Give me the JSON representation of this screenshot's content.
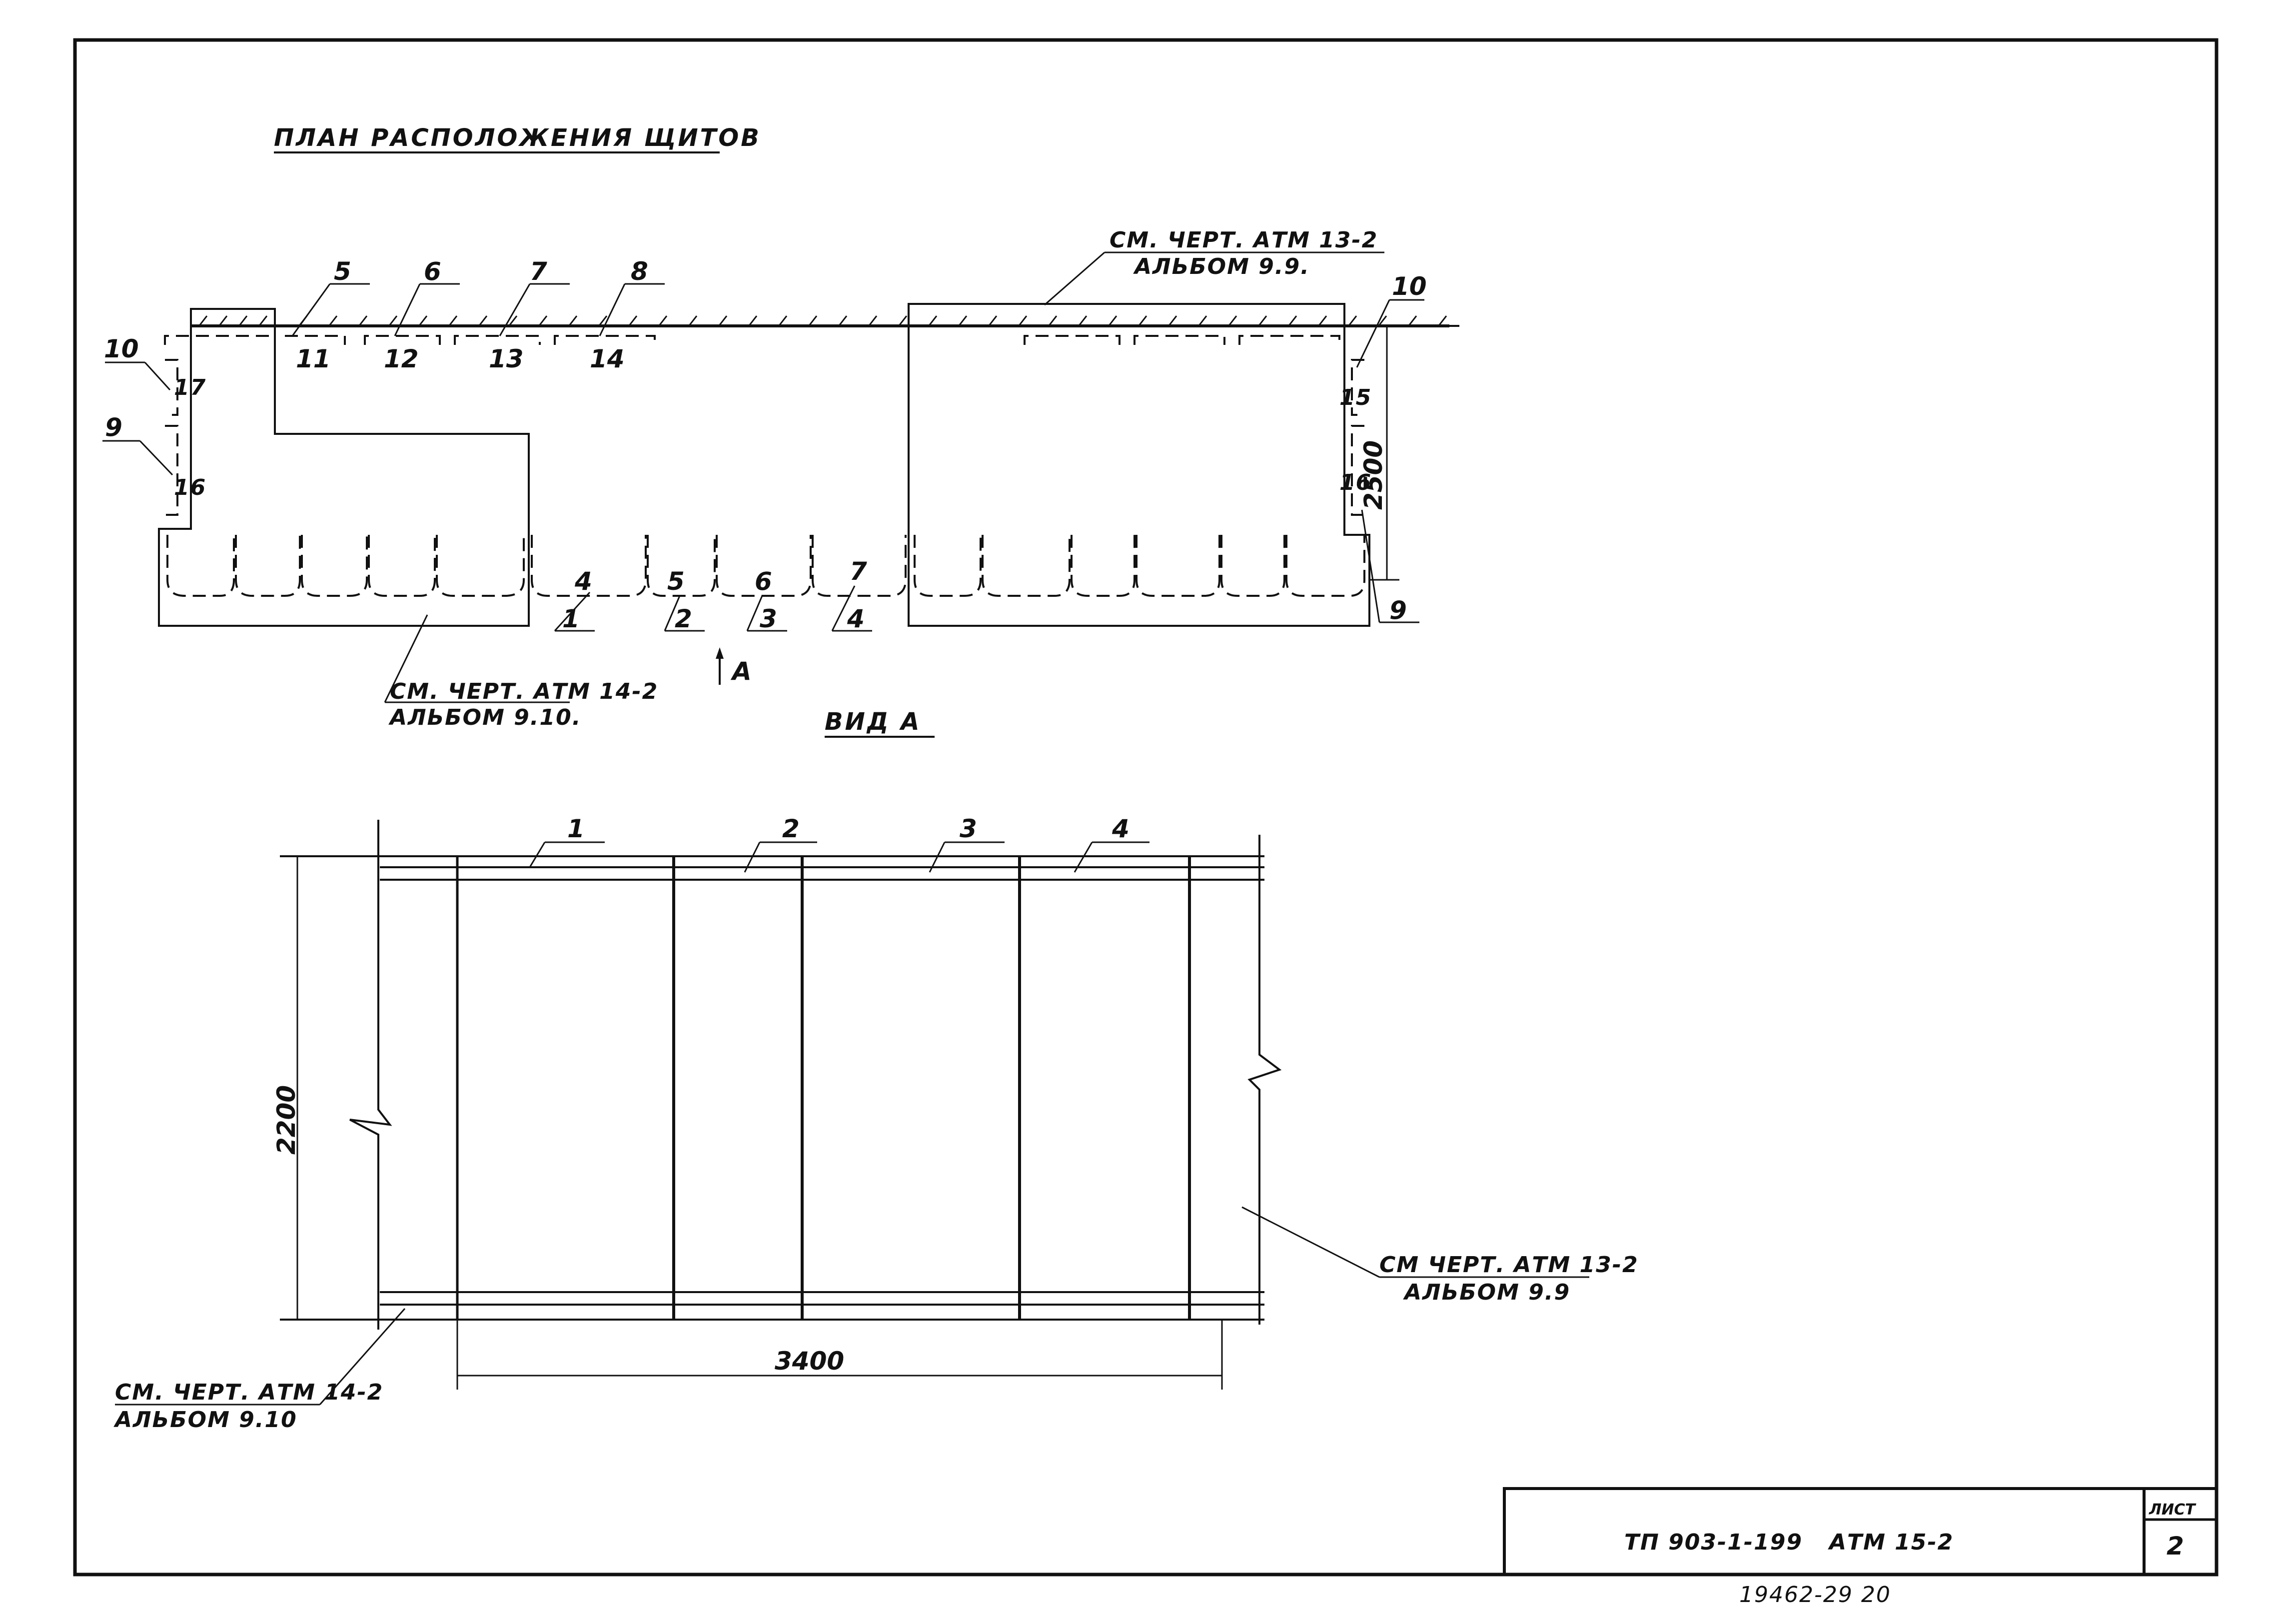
{
  "drawing": {
    "plan_title": "ПЛАН РАСПОЛОЖЕНИЯ ЩИТОВ",
    "view_title": "ВИД А",
    "view_arrow_label": "А",
    "references": {
      "ref_top_line1": "СМ. ЧЕРТ. АТМ 13-2",
      "ref_top_line2": "АЛЬБОМ 9.9.",
      "ref_plan_line1": "СМ. ЧЕРТ. АТМ 14-2",
      "ref_plan_line2": "АЛЬБОМ 9.10.",
      "ref_view_right_line1": "СМ ЧЕРТ. АТМ 13-2",
      "ref_view_right_line2": "АЛЬБОМ 9.9",
      "ref_view_left_line1": "СМ. ЧЕРТ. АТМ 14-2",
      "ref_view_left_line2": "АЛЬБОМ 9.10"
    },
    "plan_callouts_top": [
      "5",
      "6",
      "7",
      "8"
    ],
    "plan_labels_top": [
      "11",
      "12",
      "13",
      "14"
    ],
    "plan_callouts_bottom": [
      "4",
      "5",
      "6",
      "7"
    ],
    "plan_labels_bottom": [
      "1",
      "2",
      "3",
      "4"
    ],
    "plan_side_left": {
      "upper_callout": "10",
      "upper_label": "17",
      "lower_callout": "9",
      "lower_label": "16"
    },
    "plan_side_right": {
      "upper_callout": "10",
      "upper_label": "15",
      "lower_callout": "9",
      "lower_label": "16"
    },
    "plan_dimension": "2500",
    "view_callouts": [
      "1",
      "2",
      "3",
      "4"
    ],
    "view_dim_height": "2200",
    "view_dim_width": "3400"
  },
  "title_block": {
    "designation": "ТП 903-1-199",
    "sheet_code": "АТМ 15-2",
    "sheet_label": "ЛИСТ",
    "sheet_number": "2",
    "archive_number": "19462-29 20"
  }
}
